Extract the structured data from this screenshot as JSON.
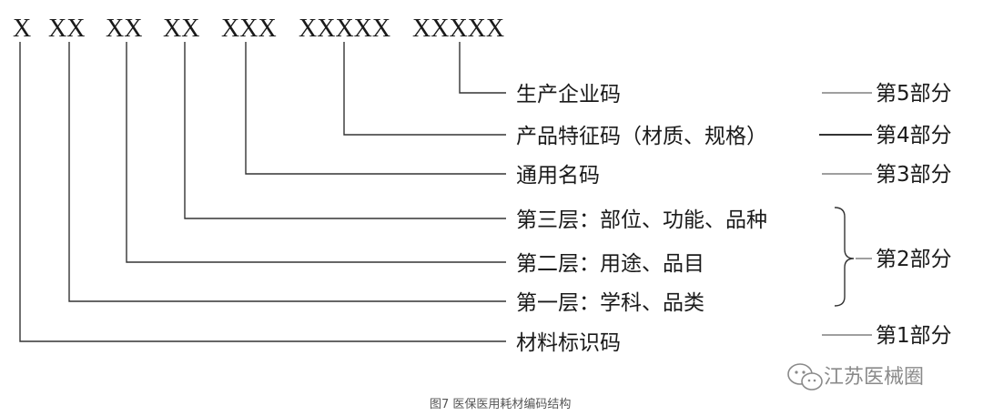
{
  "code_segments": [
    "X",
    "XX",
    "XX",
    "XX",
    "XXX",
    "XXXXX",
    "XXXXX"
  ],
  "labels": {
    "producer": "生产企业码",
    "feature": "产品特征码（材质、规格）",
    "generic": "通用名码",
    "layer3": "第三层：部位、功能、品种",
    "layer2": "第二层：用途、品目",
    "layer1": "第一层：学科、品类",
    "material": "材料标识码"
  },
  "parts": {
    "p5": "第5部分",
    "p4": "第4部分",
    "p3": "第3部分",
    "p2": "第2部分",
    "p1": "第1部分"
  },
  "caption": "图7 医保医用耗材编码结构",
  "watermark": {
    "text": "江苏医械圈",
    "icon": "wechat-icon"
  }
}
